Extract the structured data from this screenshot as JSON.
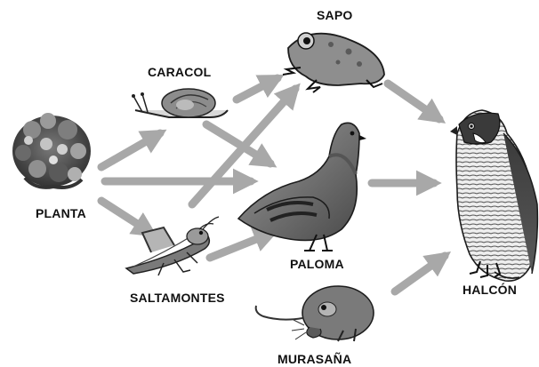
{
  "organisms": {
    "planta": "PLANTA",
    "caracol": "CARACOL",
    "saltamontes": "SALTAMONTES",
    "sapo": "SAPO",
    "paloma": "PALOMA",
    "murasana": "MURASAÑA",
    "halcon": "HALCÓN"
  },
  "arrow_color": "#a8a8a8",
  "links": [
    [
      "planta",
      "caracol"
    ],
    [
      "planta",
      "paloma"
    ],
    [
      "planta",
      "saltamontes"
    ],
    [
      "caracol",
      "sapo"
    ],
    [
      "caracol",
      "paloma"
    ],
    [
      "saltamontes",
      "sapo"
    ],
    [
      "saltamontes",
      "paloma"
    ],
    [
      "sapo",
      "halcon"
    ],
    [
      "paloma",
      "halcon"
    ],
    [
      "murasana",
      "halcon"
    ]
  ]
}
